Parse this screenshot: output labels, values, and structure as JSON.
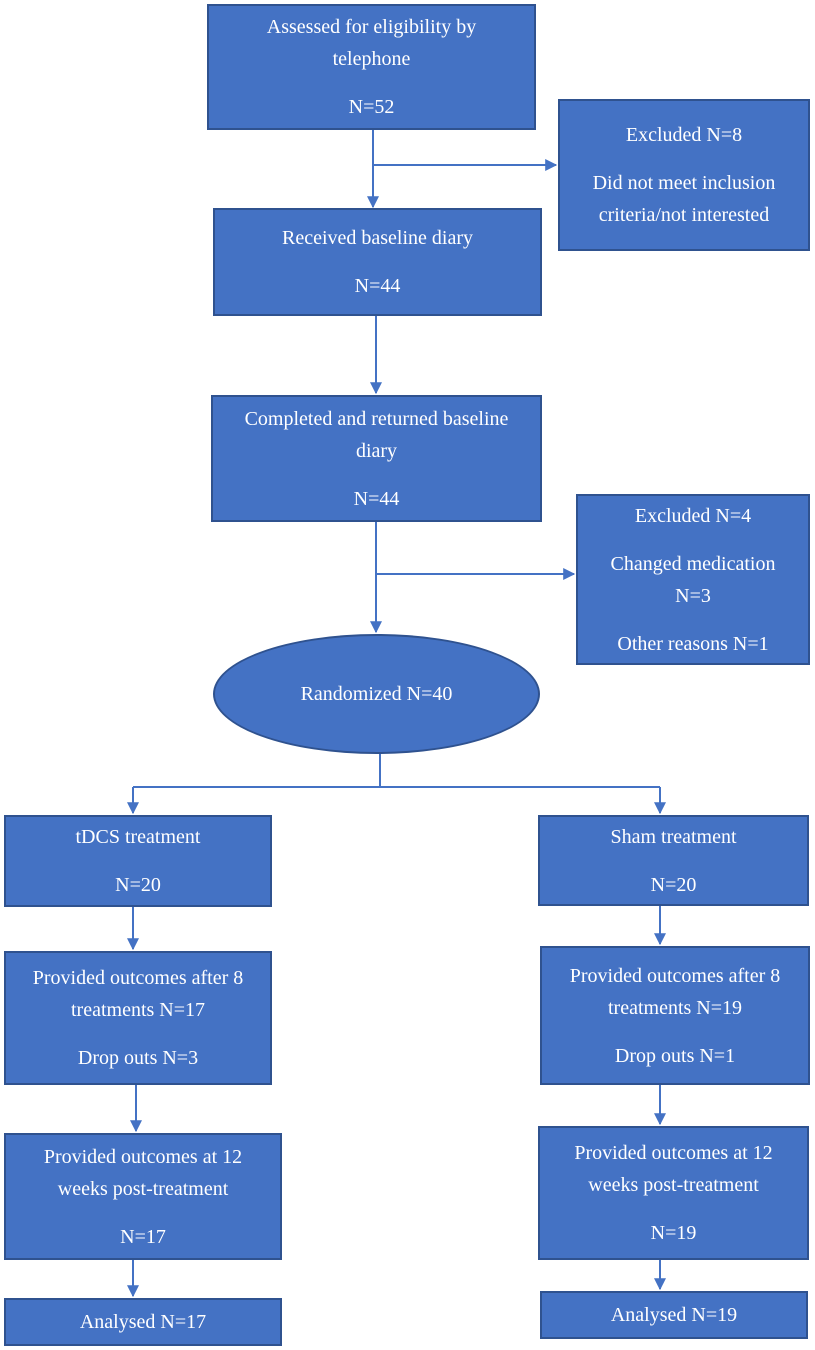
{
  "colors": {
    "box_fill": "#4472c4",
    "box_border": "#2f528f",
    "arrow": "#4472c4",
    "text": "#ffffff"
  },
  "assessed": {
    "line1": "Assessed for eligibility by",
    "line2": "telephone",
    "count": "N=52"
  },
  "excluded1": {
    "title": "Excluded N=8",
    "line1": "Did not meet inclusion",
    "line2": "criteria/not interested"
  },
  "baseline_received": {
    "line1": "Received baseline diary",
    "count": "N=44"
  },
  "baseline_completed": {
    "line1": "Completed and returned baseline",
    "line2": "diary",
    "count": "N=44"
  },
  "excluded2": {
    "title": "Excluded N=4",
    "line1": "Changed medication",
    "line2": "N=3",
    "line3": "Other reasons N=1"
  },
  "randomized": {
    "label": "Randomized N=40"
  },
  "tdcs": {
    "treatment": {
      "label": "tDCS treatment",
      "count": "N=20"
    },
    "outcomes8": {
      "line1": "Provided outcomes after 8",
      "line2": "treatments N=17",
      "dropouts": "Drop outs N=3"
    },
    "outcomes12": {
      "line1": "Provided outcomes at 12",
      "line2": "weeks post-treatment",
      "count": "N=17"
    },
    "analysed": {
      "label": "Analysed N=17"
    }
  },
  "sham": {
    "treatment": {
      "label": "Sham treatment",
      "count": "N=20"
    },
    "outcomes8": {
      "line1": "Provided outcomes after 8",
      "line2": "treatments N=19",
      "dropouts": "Drop outs N=1"
    },
    "outcomes12": {
      "line1": "Provided outcomes at 12",
      "line2": "weeks post-treatment",
      "count": "N=19"
    },
    "analysed": {
      "label": "Analysed N=19"
    }
  }
}
